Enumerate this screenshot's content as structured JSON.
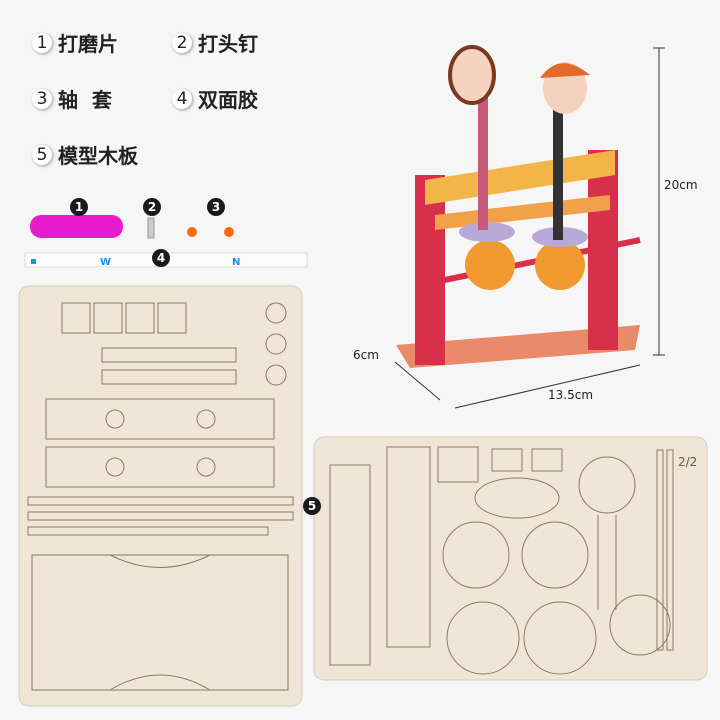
{
  "parts_list": [
    {
      "num": "1",
      "label": "打磨片"
    },
    {
      "num": "2",
      "label": "打头钉"
    },
    {
      "num": "3",
      "label": "轴  套"
    },
    {
      "num": "4",
      "label": "双面胶"
    },
    {
      "num": "5",
      "label": "模型木板"
    }
  ],
  "badges": [
    "1",
    "2",
    "3",
    "4",
    "5"
  ],
  "dimensions": {
    "height": "20cm",
    "depth": "6cm",
    "width": "13.5cm"
  },
  "board_page": "2/2",
  "colors": {
    "sandpaper": "#e81ccf",
    "wood": "#efe6d8",
    "stand": "#d8304a",
    "tape_print": "#1b8fe0"
  }
}
